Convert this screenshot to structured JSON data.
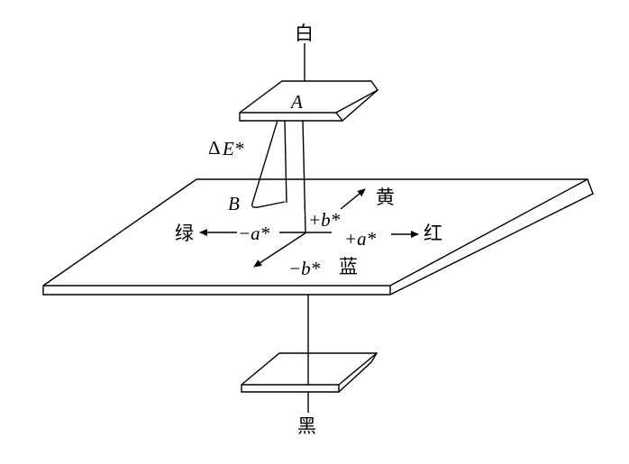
{
  "labels": {
    "white": "白",
    "black": "黑",
    "yellow": "黄",
    "red": "红",
    "green": "绿",
    "blue": "蓝",
    "point_a": "A",
    "point_b": "B",
    "delta_symbol": "Δ",
    "delta_e": "E*",
    "plus_b": "+b*",
    "minus_a": "−a*",
    "plus_a": "+a*",
    "minus_b": "−b*"
  }
}
